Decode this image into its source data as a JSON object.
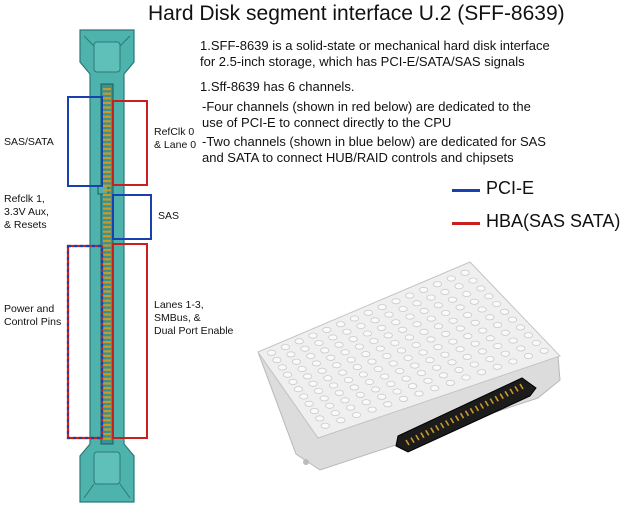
{
  "title": "Hard Disk segment interface U.2 (SFF-8639)",
  "info": [
    "1.SFF-8639 is a solid-state or mechanical hard disk interface\nfor 2.5-inch storage, which has PCI-E/SATA/SAS signals",
    "1.Sff-8639 has 6 channels.",
    "-Four channels (shown in red below) are dedicated to the\nuse of PCI-E to connect directly to the CPU",
    "-Two channels (shown in blue below) are dedicated for SAS\nand SATA to connect HUB/RAID controls and chipsets"
  ],
  "legend": [
    {
      "label": "PCI-E",
      "color": "#1a3fb0"
    },
    {
      "label": "HBA(SAS SATA)",
      "color": "#c8201e"
    }
  ],
  "labels": {
    "sas_sata": "SAS/SATA",
    "refclk0": "RefClk 0\n& Lane 0",
    "refclk1": "Refclk 1,\n3.3V Aux,\n& Resets",
    "sas": "SAS",
    "power": "Power and\nControl Pins",
    "lanes": "Lanes 1-3,\nSMBus, &\nDual Port Enable"
  },
  "colors": {
    "connector_fill": "#4fb3ad",
    "connector_dark": "#2a7a75",
    "pin_gold": "#c99a2a",
    "heatsink": "#ececec"
  }
}
